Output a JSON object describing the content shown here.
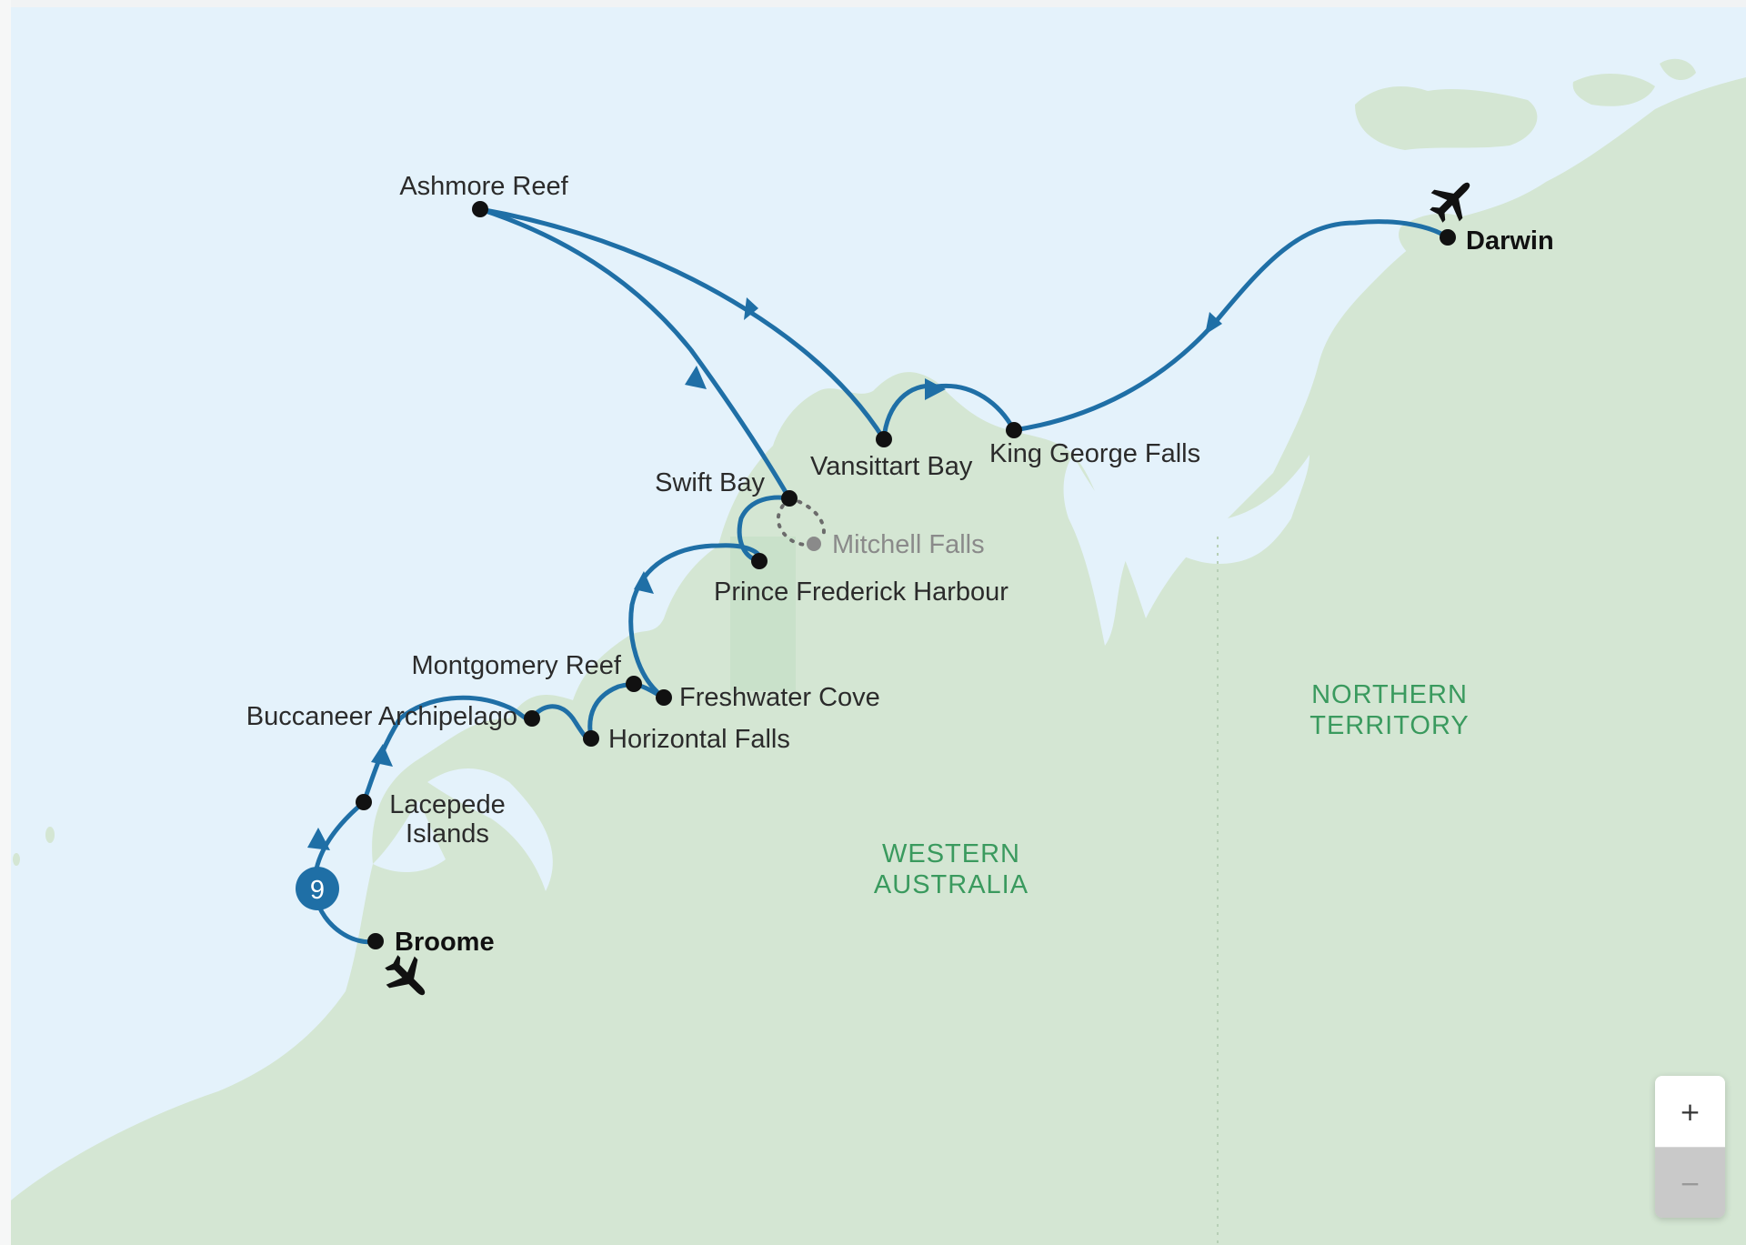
{
  "colors": {
    "sea": "#e4f2fb",
    "land": "#d4e6d3",
    "route": "#1f6fa6",
    "stop": "#111111",
    "region_text": "#3a9a5e",
    "day_badge": "#1f6fa6"
  },
  "stops": [
    {
      "id": "broome",
      "label": "Broome",
      "bold": true
    },
    {
      "id": "lacepede",
      "label_lines": [
        "Lacepede",
        "Islands"
      ]
    },
    {
      "id": "buccaneer",
      "label": "Buccaneer Archipelago"
    },
    {
      "id": "horizontal",
      "label": "Horizontal Falls"
    },
    {
      "id": "montgomery",
      "label": "Montgomery Reef"
    },
    {
      "id": "freshwater",
      "label": "Freshwater Cove"
    },
    {
      "id": "prince",
      "label": "Prince Frederick Harbour"
    },
    {
      "id": "swift",
      "label": "Swift Bay"
    },
    {
      "id": "mitchell",
      "label": "Mitchell Falls",
      "optional": true
    },
    {
      "id": "ashmore",
      "label": "Ashmore Reef"
    },
    {
      "id": "vansittart",
      "label": "Vansittart Bay"
    },
    {
      "id": "kinggeorge",
      "label": "King George Falls"
    },
    {
      "id": "darwin",
      "label": "Darwin",
      "bold": true
    }
  ],
  "regions": {
    "western_australia": [
      "WESTERN",
      "AUSTRALIA"
    ],
    "northern_territory": [
      "NORTHERN",
      "TERRITORY"
    ]
  },
  "day_badge": "9",
  "icons": {
    "start": "airplane-icon",
    "end": "airplane-icon"
  },
  "zoom": {
    "in_label": "+",
    "out_label": "−"
  }
}
